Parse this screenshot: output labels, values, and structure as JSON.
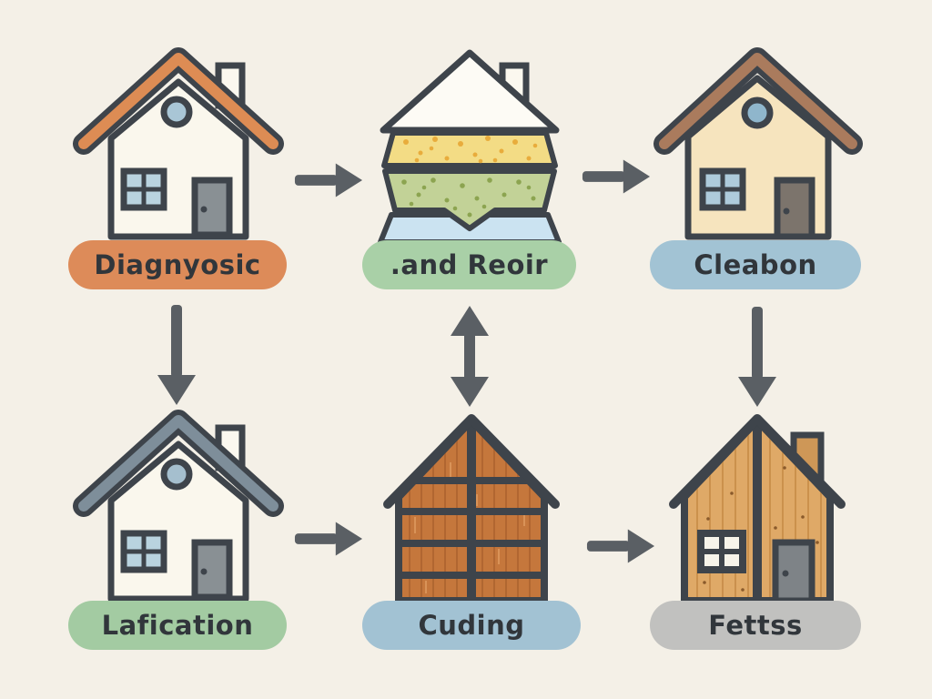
{
  "diagram": {
    "background_color": "#F4F0E7",
    "outline_color": "#3E444B",
    "arrow_color": "#5A5F64",
    "label_text_color": "#31363B",
    "stages": [
      {
        "id": "top-left",
        "label": "Diagnyosic",
        "pill_color": "#DD8B59",
        "house_icon": "classic-house-orange-roof-icon"
      },
      {
        "id": "top-middle",
        "label": ".and Reoir",
        "pill_color": "#A9D0A7",
        "house_icon": "layered-insulation-house-icon"
      },
      {
        "id": "top-right",
        "label": "Cleabon",
        "pill_color": "#A2C3D4",
        "house_icon": "classic-house-brown-roof-icon"
      },
      {
        "id": "bottom-left",
        "label": "Lafication",
        "pill_color": "#A3CBA2",
        "house_icon": "classic-house-gray-roof-icon"
      },
      {
        "id": "bottom-middle",
        "label": "Cuding",
        "pill_color": "#A2C2D3",
        "house_icon": "timber-frame-wood-house-icon"
      },
      {
        "id": "bottom-right",
        "label": "Fettss",
        "pill_color": "#C1C1BF",
        "house_icon": "light-wood-plank-house-icon"
      }
    ],
    "arrows": [
      {
        "between": [
          "Diagnyosic",
          ".and Reoir"
        ],
        "direction": "right"
      },
      {
        "between": [
          ".and Reoir",
          "Cleabon"
        ],
        "direction": "right"
      },
      {
        "between": [
          "Diagnyosic",
          "Lafication"
        ],
        "direction": "down"
      },
      {
        "between": [
          ".and Reoir",
          "Cuding"
        ],
        "direction": "both-vertical"
      },
      {
        "between": [
          "Cleabon",
          "Fettss"
        ],
        "direction": "down"
      },
      {
        "between": [
          "Lafication",
          "Cuding"
        ],
        "direction": "right"
      },
      {
        "between": [
          "Cuding",
          "Fettss"
        ],
        "direction": "right"
      }
    ]
  }
}
